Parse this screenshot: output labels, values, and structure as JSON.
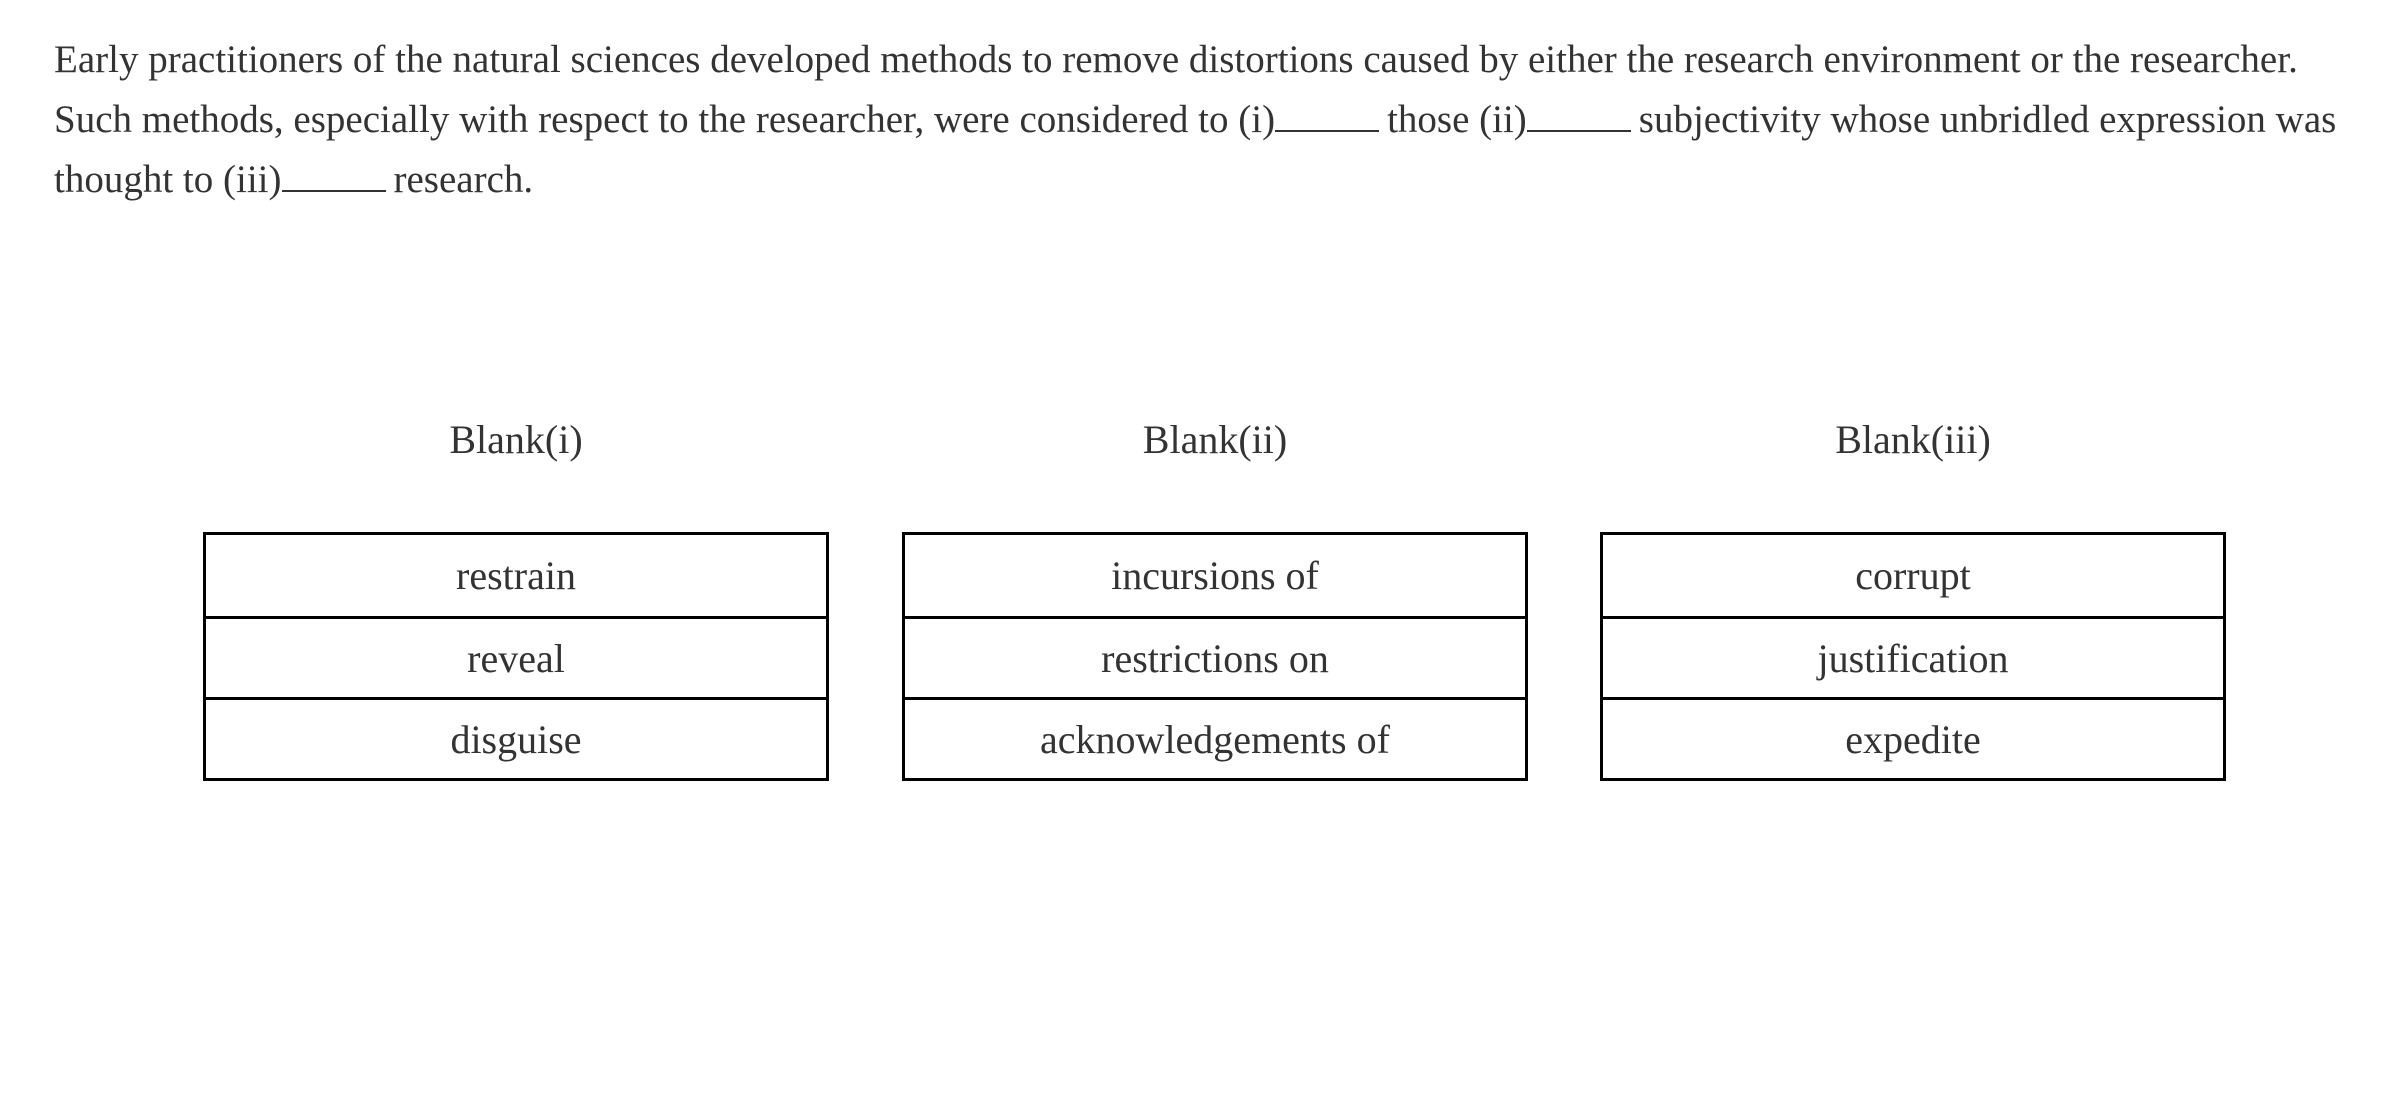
{
  "question": {
    "segments": {
      "s1": "Early practitioners of the natural sciences developed methods to remove distortions caused by either the research environment or the researcher. Such methods, especially with respect to the researcher, were considered to (i)",
      "s2": "those (ii)",
      "s3": "subjectivity whose unbridled expression was thought to (iii)",
      "s4": "research."
    },
    "blank_placeholder": "_____"
  },
  "blanks": [
    {
      "title": "Blank(i)",
      "options": [
        "restrain",
        "reveal",
        "disguise"
      ]
    },
    {
      "title": "Blank(ii)",
      "options": [
        "incursions of",
        "restrictions on",
        "acknowledgements of"
      ]
    },
    {
      "title": "Blank(iii)",
      "options": [
        "corrupt",
        "justification",
        "expedite"
      ]
    }
  ],
  "colors": {
    "text": "#333333",
    "border": "#000000",
    "background": "#ffffff"
  }
}
